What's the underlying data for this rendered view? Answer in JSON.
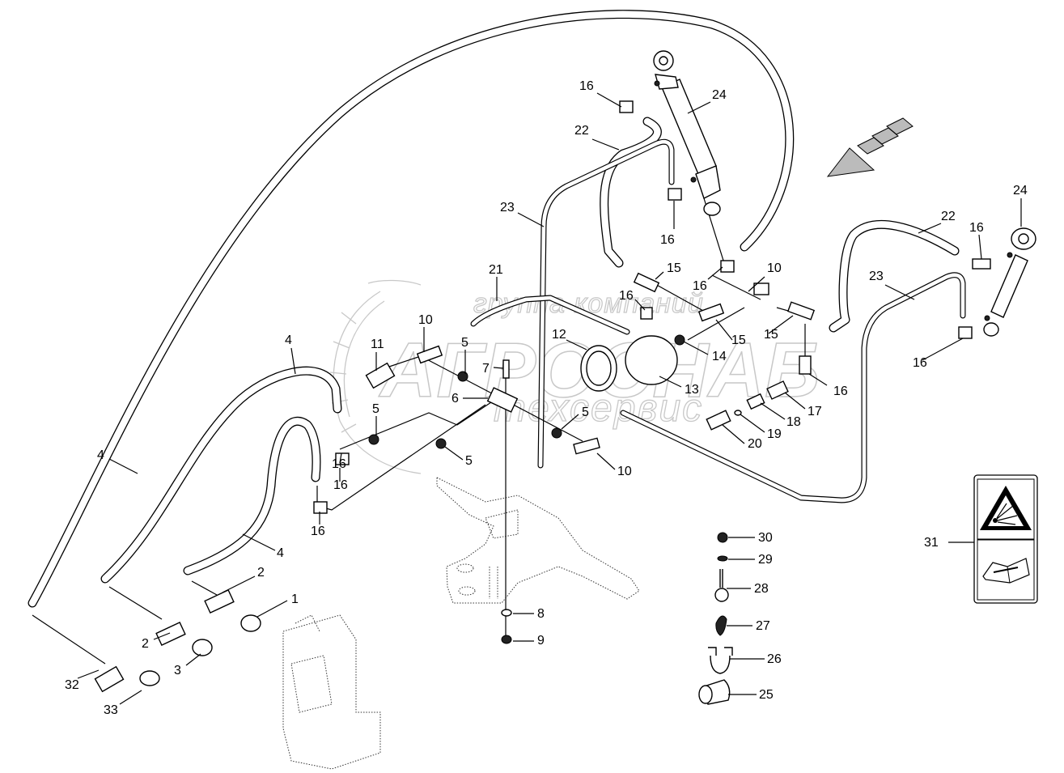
{
  "diagram": {
    "title": "Hydraulic lines exploded parts diagram",
    "watermark": {
      "line1": "группа компаний",
      "line2": "АГРОСНАБ",
      "line3": "техсервис"
    },
    "direction_arrow": "travel-direction-arrow",
    "warning_label": {
      "callout": "31",
      "top_symbol": "explosion-warning-icon",
      "bottom_symbol": "manual-wrench-book-icon"
    },
    "callouts": [
      {
        "id": "c1",
        "text": "1"
      },
      {
        "id": "c2a",
        "text": "2"
      },
      {
        "id": "c2b",
        "text": "2"
      },
      {
        "id": "c3",
        "text": "3"
      },
      {
        "id": "c4a",
        "text": "4"
      },
      {
        "id": "c4b",
        "text": "4"
      },
      {
        "id": "c4c",
        "text": "4"
      },
      {
        "id": "c5a",
        "text": "5"
      },
      {
        "id": "c5b",
        "text": "5"
      },
      {
        "id": "c5c",
        "text": "5"
      },
      {
        "id": "c5d",
        "text": "5"
      },
      {
        "id": "c6",
        "text": "6"
      },
      {
        "id": "c7",
        "text": "7"
      },
      {
        "id": "c8",
        "text": "8"
      },
      {
        "id": "c9",
        "text": "9"
      },
      {
        "id": "c10a",
        "text": "10"
      },
      {
        "id": "c10b",
        "text": "10"
      },
      {
        "id": "c10c",
        "text": "10"
      },
      {
        "id": "c11",
        "text": "11"
      },
      {
        "id": "c12",
        "text": "12"
      },
      {
        "id": "c13",
        "text": "13"
      },
      {
        "id": "c14",
        "text": "14"
      },
      {
        "id": "c15a",
        "text": "15"
      },
      {
        "id": "c15b",
        "text": "15"
      },
      {
        "id": "c15c",
        "text": "15"
      },
      {
        "id": "c16a",
        "text": "16"
      },
      {
        "id": "c16b",
        "text": "16"
      },
      {
        "id": "c16c",
        "text": "16"
      },
      {
        "id": "c16d",
        "text": "16"
      },
      {
        "id": "c16e",
        "text": "16"
      },
      {
        "id": "c16f",
        "text": "16"
      },
      {
        "id": "c16g",
        "text": "16"
      },
      {
        "id": "c16h",
        "text": "16"
      },
      {
        "id": "c16i",
        "text": "16"
      },
      {
        "id": "c16j",
        "text": "16"
      },
      {
        "id": "c17",
        "text": "17"
      },
      {
        "id": "c18",
        "text": "18"
      },
      {
        "id": "c19",
        "text": "19"
      },
      {
        "id": "c20",
        "text": "20"
      },
      {
        "id": "c21",
        "text": "21"
      },
      {
        "id": "c22a",
        "text": "22"
      },
      {
        "id": "c22b",
        "text": "22"
      },
      {
        "id": "c23a",
        "text": "23"
      },
      {
        "id": "c23b",
        "text": "23"
      },
      {
        "id": "c24a",
        "text": "24"
      },
      {
        "id": "c24b",
        "text": "24"
      },
      {
        "id": "c25",
        "text": "25"
      },
      {
        "id": "c26",
        "text": "26"
      },
      {
        "id": "c27",
        "text": "27"
      },
      {
        "id": "c28",
        "text": "28"
      },
      {
        "id": "c29",
        "text": "29"
      },
      {
        "id": "c30",
        "text": "30"
      },
      {
        "id": "c31",
        "text": "31"
      },
      {
        "id": "c32",
        "text": "32"
      },
      {
        "id": "c33",
        "text": "33"
      }
    ]
  }
}
